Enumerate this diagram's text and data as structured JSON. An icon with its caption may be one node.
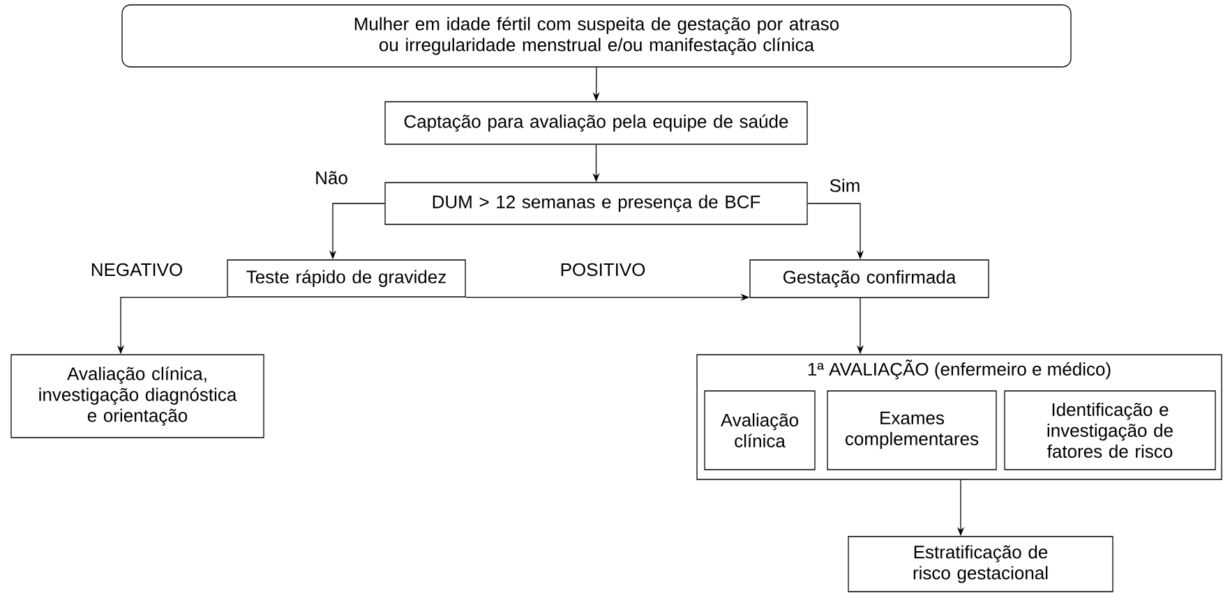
{
  "diagram": {
    "nodes": [
      {
        "text": [
          "Mulher em idade fértil com suspeita de gestação por atraso ou irregularidade menstrual e/ou manifestação clínica"
        ]
      },
      {
        "text": [
          "Captação para avaliação pela equipe de saúde"
        ]
      },
      {
        "text": [
          "DUM > 12 semanas e presença de BCF"
        ]
      },
      {
        "text": [
          "Teste rápido de gravidez"
        ]
      },
      {
        "text": [
          "Gestação confirmada"
        ]
      },
      {
        "text": [
          "Avaliação clínica, investigação diagnóstica e orientação"
        ]
      },
      {
        "text": [
          "1ª AVALIAÇÃO (enfermeiro e médico)"
        ]
      },
      {
        "text": [
          "Avaliação clínica"
        ],
        "in": 6
      },
      {
        "text": [
          "Exames complementares"
        ],
        "in": 6
      },
      {
        "text": [
          "Identificação e investigação de fatores de risco"
        ],
        "in": 6
      },
      {
        "text": [
          "Estratificação de risco gestacional"
        ]
      }
    ],
    "edges": [
      {
        "from": 0,
        "to": 1,
        "arrow": "to"
      },
      {
        "from": 1,
        "to": 2,
        "arrow": "to"
      },
      {
        "from": 2,
        "to": 3,
        "arrow": "to",
        "label": "Não"
      },
      {
        "from": 2,
        "to": 4,
        "arrow": "to",
        "label": "Sim"
      },
      {
        "from": 3,
        "to": 5,
        "arrow": "to",
        "label": "NEGATIVO"
      },
      {
        "from": 3,
        "to": 4,
        "arrow": "to",
        "label": "POSITIVO"
      },
      {
        "from": 4,
        "to": 6,
        "arrow": "to"
      },
      {
        "from": 6,
        "to": 10,
        "arrow": "to"
      }
    ]
  }
}
